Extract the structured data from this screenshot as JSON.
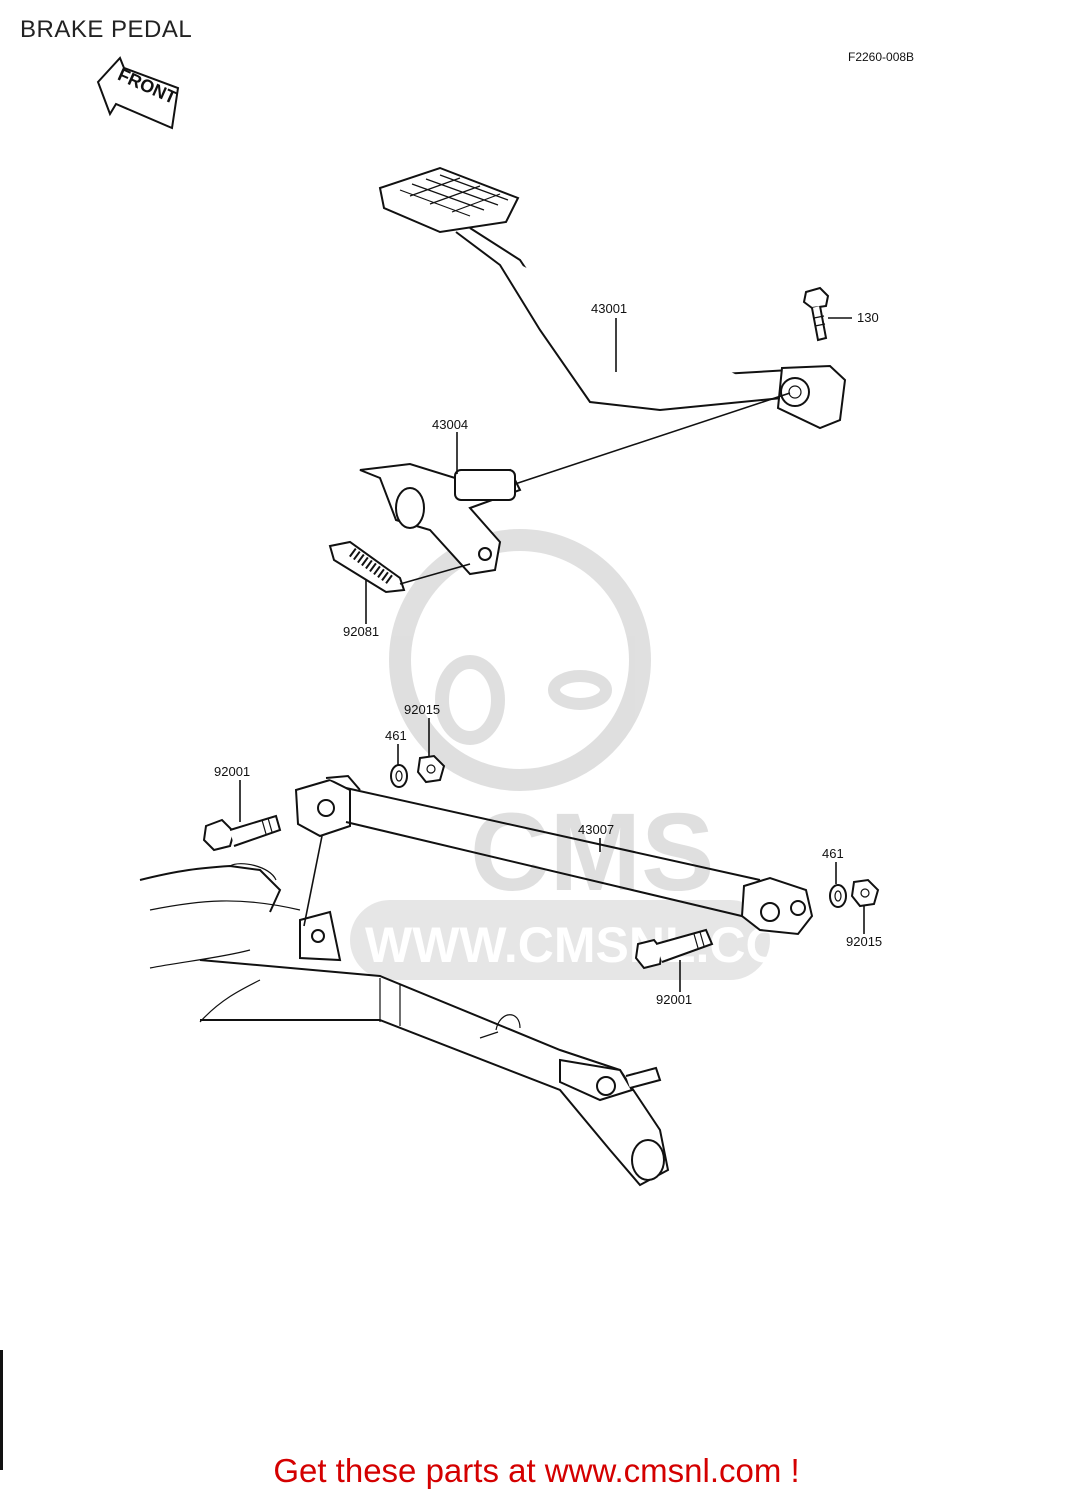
{
  "header": {
    "title": "BRAKE PEDAL",
    "drawing_code": "F2260-008B",
    "front_arrow_text": "FRONT"
  },
  "watermark": {
    "text": "WWW.CMSNL.COM",
    "logo_text": "CMS"
  },
  "part_labels": {
    "p43001": "43001",
    "p130": "130",
    "p43004": "43004",
    "p92081": "92081",
    "p92015_top": "92015",
    "p461_top": "461",
    "p92001_left": "92001",
    "p43007": "43007",
    "p461_right": "461",
    "p92015_right": "92015",
    "p92001_bottom": "92001"
  },
  "footer": {
    "text": "Get these parts at www.cmsnl.com !",
    "color": "#d40000"
  }
}
